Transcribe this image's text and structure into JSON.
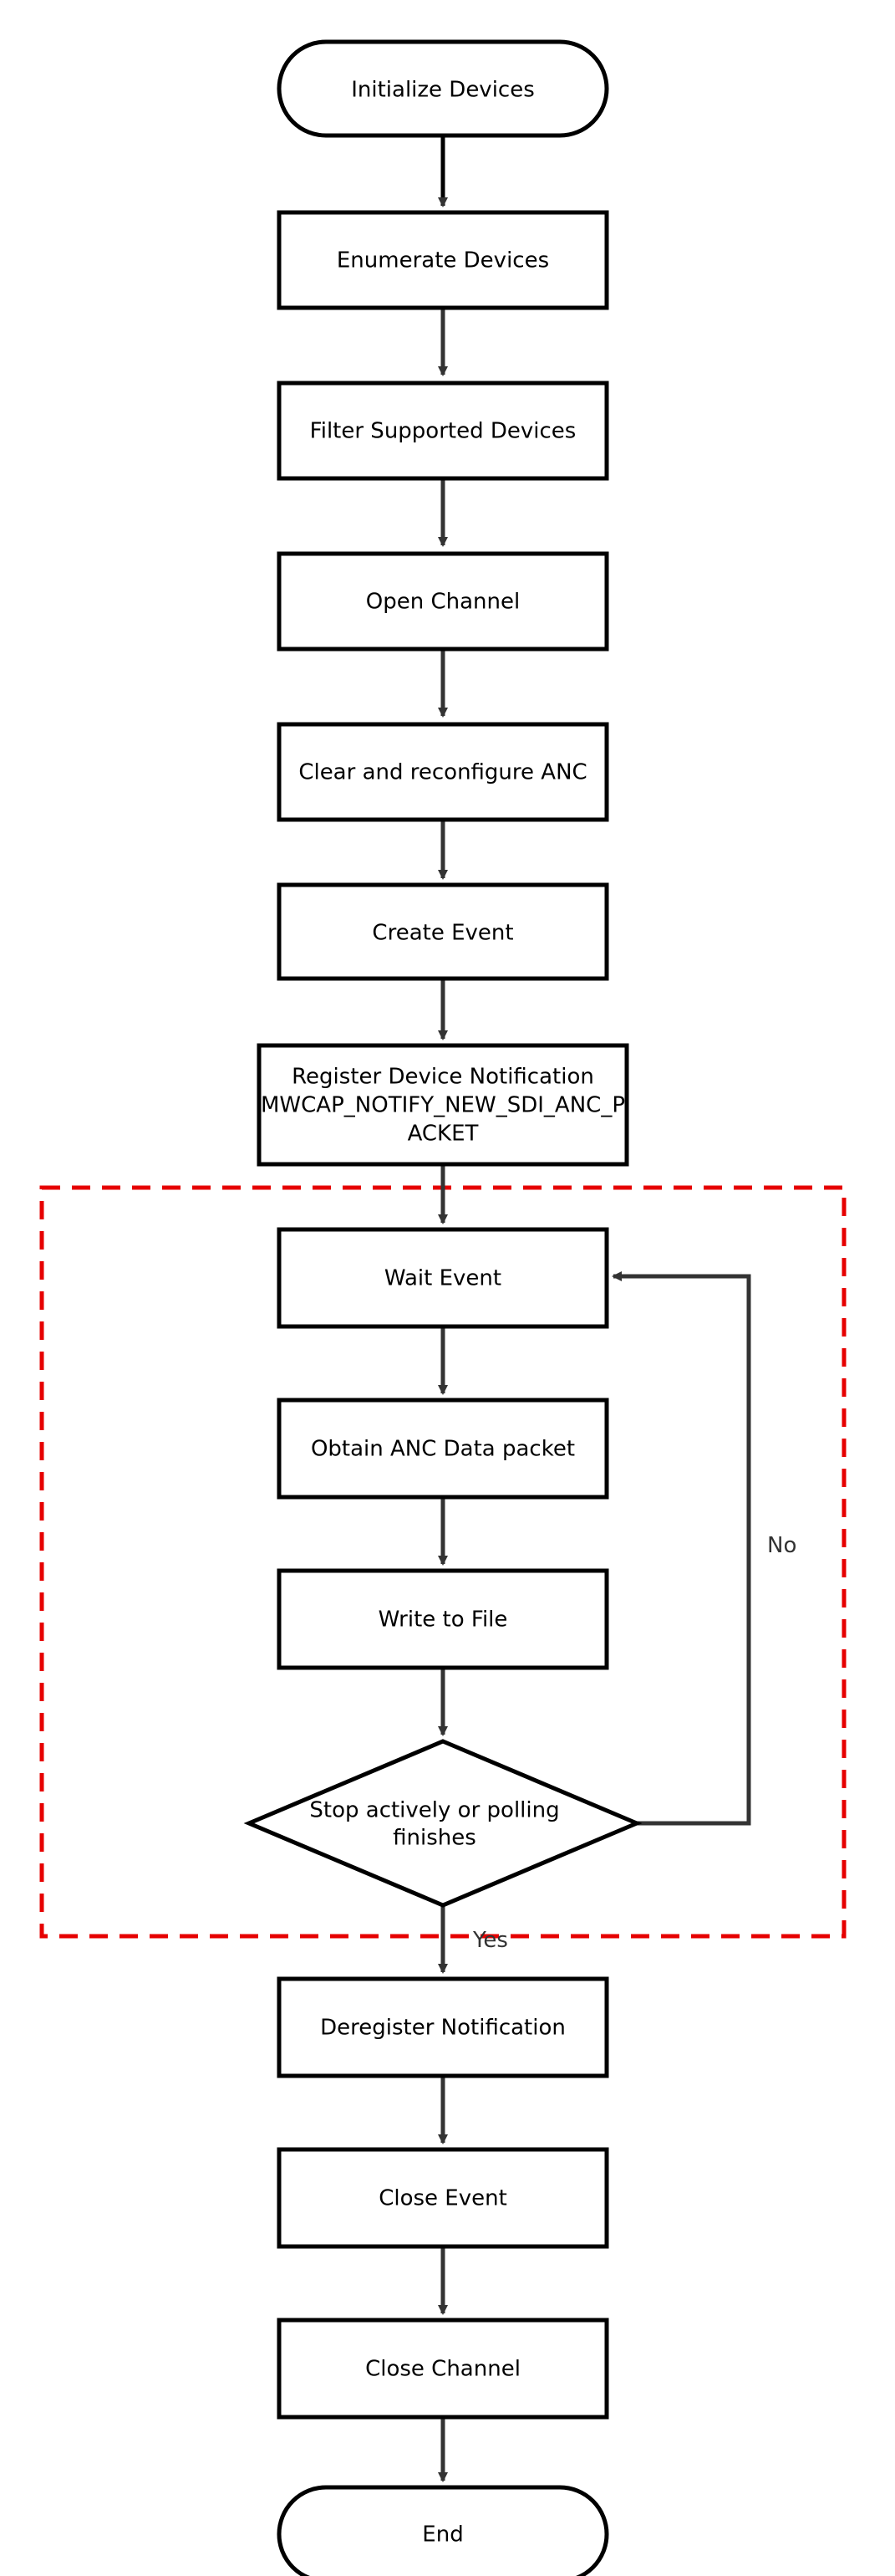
{
  "nodes": {
    "initialize": "Initialize Devices",
    "enumerate": "Enumerate Devices",
    "filter": "Filter Supported Devices",
    "open_channel": "Open Channel",
    "clear_anc": "Clear and reconfigure ANC",
    "create_event": "Create Event",
    "register_line1": "Register Device Notification",
    "register_line2": "MWCAP_NOTIFY_NEW_SDI_ANC_P",
    "register_line3": "ACKET",
    "wait_event": "Wait Event",
    "obtain_anc": "Obtain ANC Data packet",
    "write_file": "Write to File",
    "stop_line1": "Stop actively or polling",
    "stop_line2": "finishes",
    "deregister": "Deregister Notification",
    "close_event": "Close Event",
    "close_channel": "Close Channel",
    "end": "End"
  },
  "edge_labels": {
    "no": "No",
    "yes": "Yes"
  },
  "colors": {
    "stroke": "#000000",
    "edge": "#333333",
    "loop_box": "#e60000"
  }
}
